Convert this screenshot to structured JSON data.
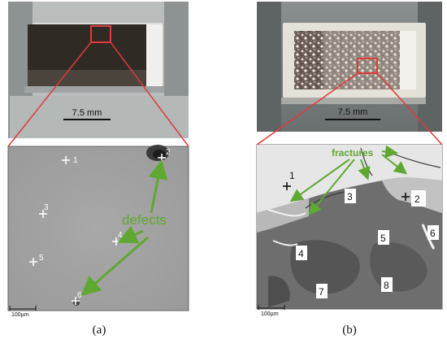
{
  "panel_a": {
    "caption": "(a)",
    "photo_scale": "7.5 mm",
    "micro_scale": "100µm",
    "annotation": "defects",
    "points": [
      "1",
      "2",
      "3",
      "4",
      "5",
      "6"
    ]
  },
  "panel_b": {
    "caption": "(b)",
    "photo_scale": "7.5 mm",
    "micro_scale": "100µm",
    "annotation": "fractures",
    "points": [
      "1",
      "2",
      "3",
      "4",
      "5",
      "6",
      "7",
      "8"
    ]
  },
  "colors": {
    "zoom_lines": "#e03a3a",
    "arrows": "#5fa832",
    "annotation_text": "#5fa832"
  }
}
